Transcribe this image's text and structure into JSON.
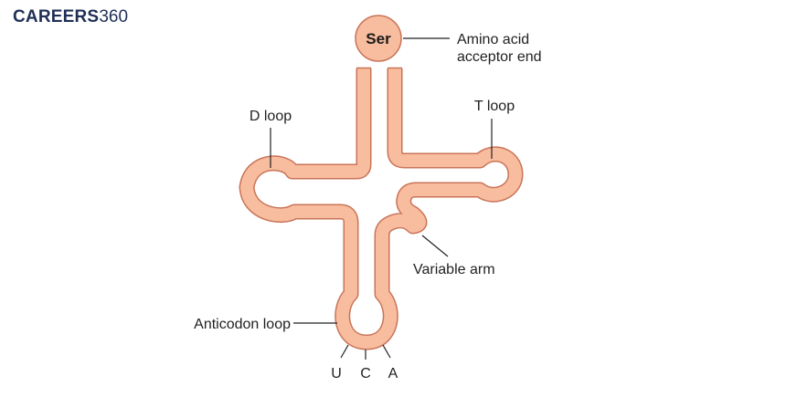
{
  "logo": {
    "brand": "CAREERS",
    "number": "360"
  },
  "diagram": {
    "amino_acid": "Ser",
    "labels": {
      "acceptor_line1": "Amino acid",
      "acceptor_line2": "acceptor end",
      "d_loop": "D loop",
      "t_loop": "T loop",
      "variable_arm": "Variable arm",
      "anticodon_loop": "Anticodon loop"
    },
    "anticodon": [
      "U",
      "C",
      "A"
    ]
  },
  "colors": {
    "strand_fill": "#f8bc9e",
    "strand_outline": "#c97458",
    "text": "#222222",
    "brand": "#1f2f56"
  }
}
